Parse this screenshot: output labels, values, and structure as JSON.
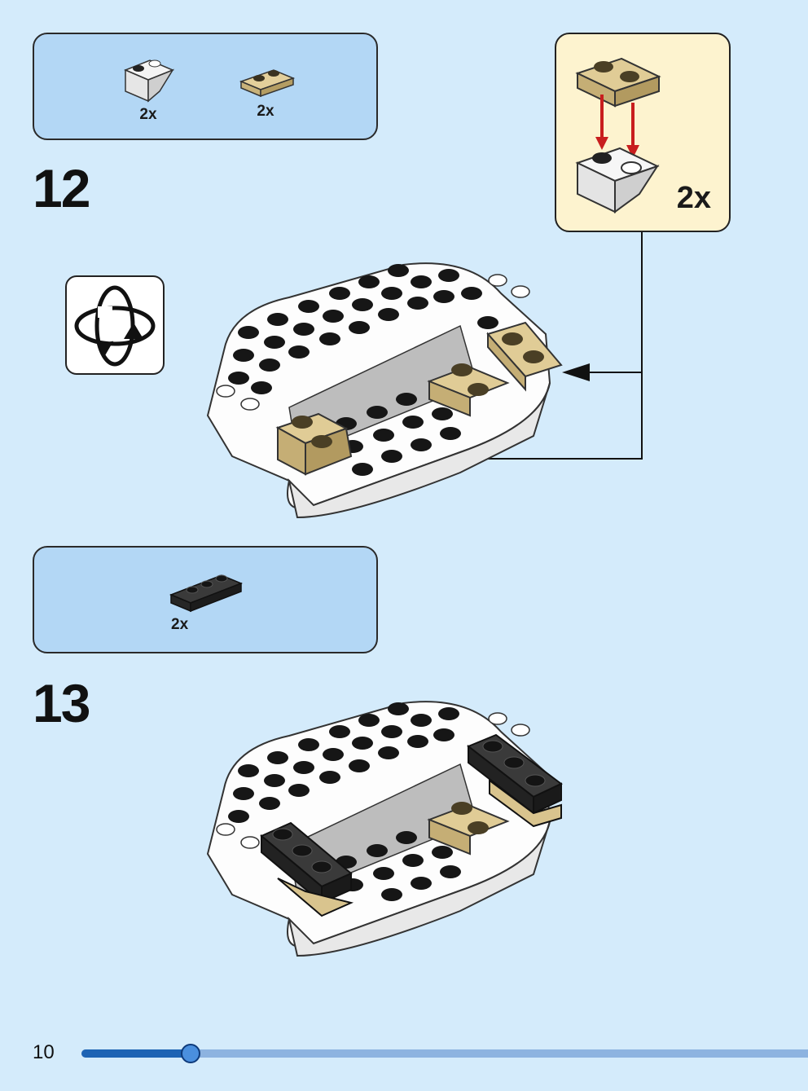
{
  "step12": {
    "number": "12",
    "parts": [
      {
        "name": "white slope",
        "qty": "2x"
      },
      {
        "name": "tan plate 1x2",
        "qty": "2x"
      }
    ],
    "subassembly_qty": "2x"
  },
  "step13": {
    "number": "13",
    "parts": [
      {
        "name": "black plate 1x3",
        "qty": "2x"
      }
    ]
  },
  "footer": {
    "page_number": "10",
    "progress_percent": 15
  },
  "colors": {
    "background": "#d4ebfb",
    "parts_box": "#b3d7f5",
    "subassembly_box": "#fdf3cf",
    "tan": "#d9c48e",
    "black_brick": "#2e2e2e",
    "arrow_red": "#c81e1e",
    "progress_fill": "#1d63b4",
    "progress_track": "#8db3e0"
  }
}
